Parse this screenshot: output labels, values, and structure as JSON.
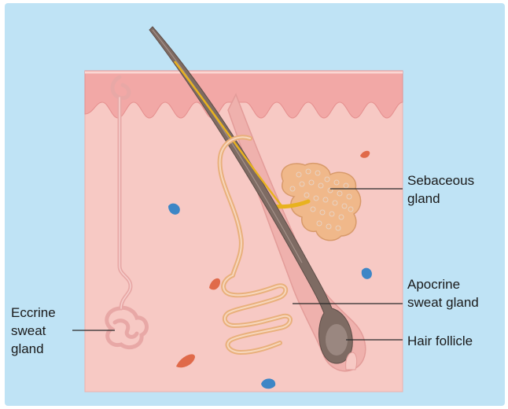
{
  "diagram": {
    "labels": {
      "sebaceous": [
        "Sebaceous",
        "gland"
      ],
      "apocrine": [
        "Apocrine",
        "sweat gland"
      ],
      "hair": [
        "Hair follicle"
      ],
      "eccrine": [
        "Eccrine",
        "sweat",
        "gland"
      ]
    }
  },
  "colors": {
    "background": "#bfe3f5",
    "dermis": "#f7c9c4",
    "epidermis": "#f2a8a6",
    "hair": "#7e6b63",
    "sebaceous_gland": "#f0b88a",
    "duct": "#e9b07c",
    "sebum": "#e8b21f",
    "vessel_red": "#e06a4a",
    "vessel_blue": "#3d86c6"
  }
}
